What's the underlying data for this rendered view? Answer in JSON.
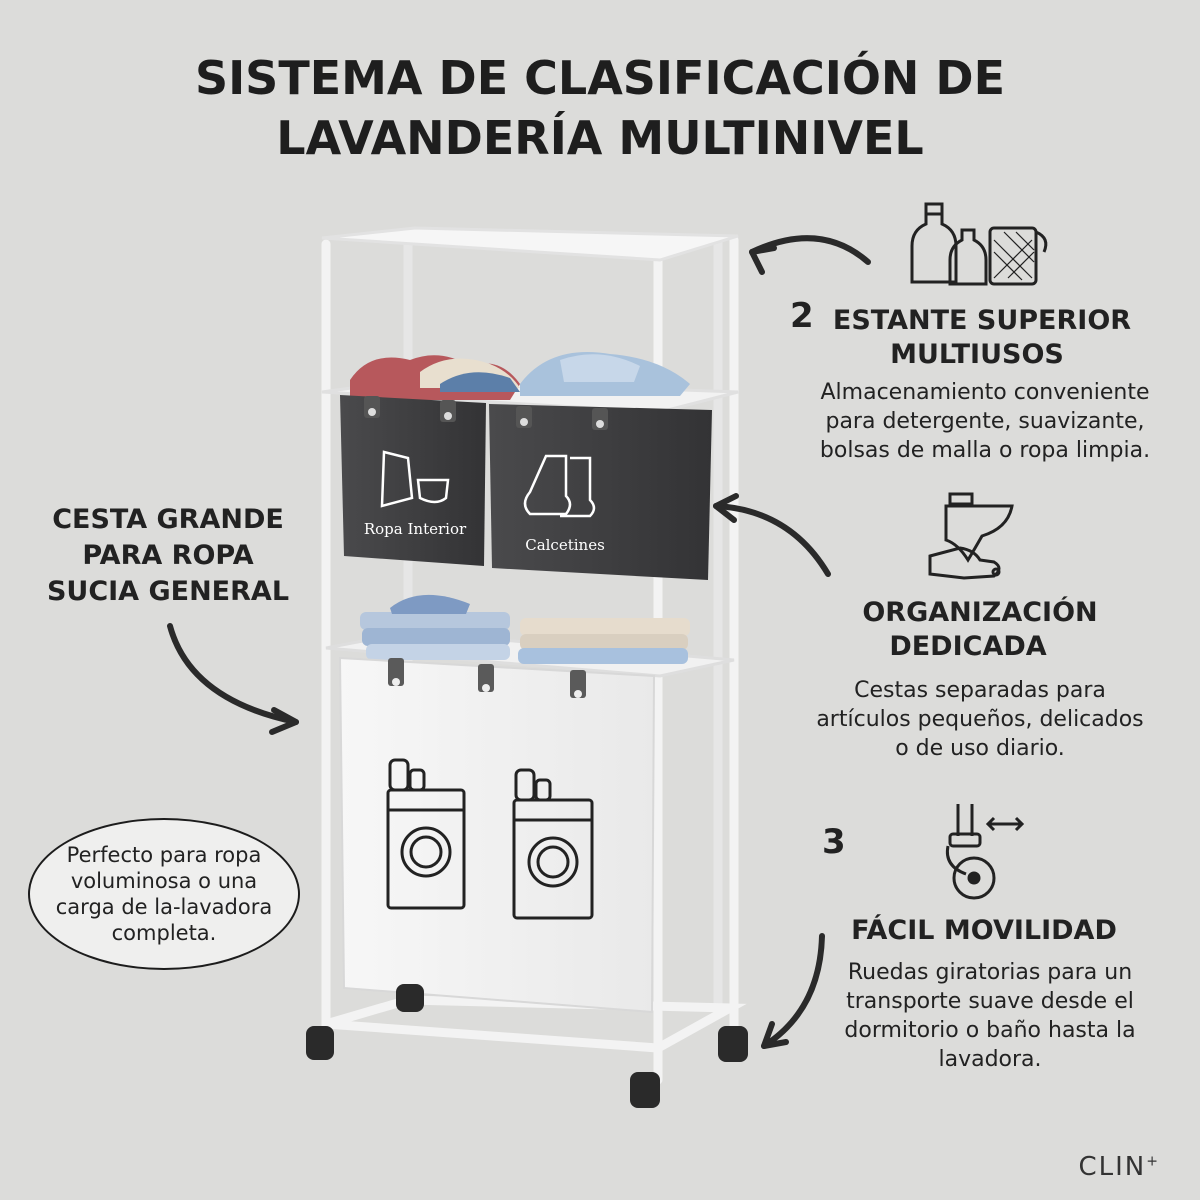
{
  "title": {
    "line1": "SISTEMA DE CLASIFICACIÓN DE",
    "line2": "LAVANDERÍA MULTINIVEL"
  },
  "feature_top_shelf": {
    "number": "2",
    "heading_line1": "ESTANTE SUPERIOR",
    "heading_line2": "MULTIUSOS",
    "body_lines": [
      "Almacenamiento conveniente",
      "para detergente, suavizante,",
      "bolsas de malla o ropa limpia."
    ],
    "icon": "detergent-bottles-icon"
  },
  "feature_organization": {
    "heading_line1": "ORGANIZACIÓN",
    "heading_line2": "DEDICADA",
    "body_lines": [
      "Cestas separadas para",
      "artículos pequeños, delicados",
      "o de uso diario."
    ],
    "icon": "hand-wash-underwear-icon"
  },
  "feature_mobility": {
    "number": "3",
    "heading": "FÁCIL MOVILIDAD",
    "body_lines": [
      "Ruedas giratorias para un",
      "transporte suave desde el",
      "dormitorio o baño hasta la",
      "lavadora."
    ],
    "icon": "caster-wheel-icon"
  },
  "large_basket": {
    "heading_lines": [
      "CESTA GRANDE",
      "PARA ROPA",
      "SUCIA GENERAL"
    ]
  },
  "bubble": {
    "text": "Perfecto para ropa voluminosa o una carga de la-lavadora completa."
  },
  "bins": {
    "left_label": "Ropa Interior",
    "right_label": "Calcetines"
  },
  "brand": {
    "name": "CLIN",
    "mark": "+"
  },
  "colors": {
    "background": "#dcdcda",
    "bin_dark": "#3c3c3e",
    "frame": "#f4f4f4",
    "text": "#222222"
  }
}
